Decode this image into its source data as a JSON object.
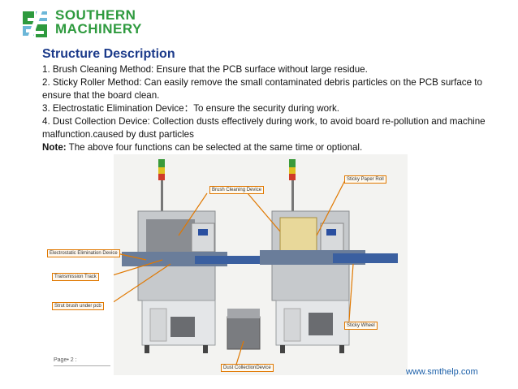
{
  "logo": {
    "line1": "SOUTHERN",
    "line2": "MACHINERY",
    "icon": "southern-machinery-logo-icon",
    "color": "#2e9a3e"
  },
  "title": "Structure Description",
  "items": [
    "1. Brush Cleaning Method: Ensure that the PCB surface without large residue.",
    "2. Sticky Roller Method: Can easily remove the small contaminated debris particles on the PCB surface to ensure that the board clean.",
    "3. Electrostatic Elimination Device：To ensure the security during work.",
    "4. Dust Collection Device: Collection dusts effectively during work, to avoid board re-pollution and machine malfunction.caused by dust particles"
  ],
  "note": {
    "label": "Note:",
    "text": " The above four functions can be selected at the same time or optional."
  },
  "figure": {
    "callouts": {
      "brush_cleaning": "Brush Cleaning Device",
      "sticky_paper_roll": "Sticky Paper Roll",
      "electrostatic": "Electrostatic Elimination Device",
      "transmission": "Transmission Track",
      "strut_brush": "Strut brush under pcb",
      "sticky_wheel": "Sticky Wheel",
      "dust_collection": "Dust CollectionDevice"
    }
  },
  "footer": {
    "page": "Page• 2 :",
    "website": "www.smthelp.com"
  },
  "colors": {
    "title": "#1b3a8a",
    "callout_border": "#e07800",
    "machine_body": "#b9bcc0"
  }
}
